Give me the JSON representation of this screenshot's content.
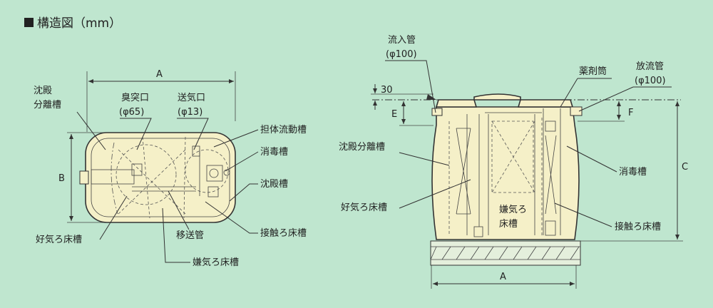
{
  "title": "構造図（mm）",
  "title_marker": "square-bullet-icon",
  "plan_view": {
    "labels": {
      "sedimentation_separation_1": "沈殿",
      "sedimentation_separation_2": "分離槽",
      "odor_port_1": "臭突口",
      "odor_port_2": "(φ65)",
      "air_port_1": "送気口",
      "air_port_2": "(φ13)",
      "carrier_flow_tank": "担体流動槽",
      "disinfection_tank": "消毒槽",
      "sedimentation_tank": "沈殿槽",
      "aerobic_filter_tank": "好気ろ床槽",
      "transfer_pipe": "移送管",
      "contact_filter_tank": "接触ろ床槽",
      "anaerobic_filter_tank": "嫌気ろ床槽"
    },
    "dimensions": {
      "a": "A",
      "b": "B"
    }
  },
  "section_view": {
    "labels": {
      "inflow_pipe_1": "流入管",
      "inflow_pipe_2": "(φ100)",
      "chemical_tube": "薬剤筒",
      "outflow_pipe_1": "放流管",
      "outflow_pipe_2": "(φ100)",
      "sedimentation_separation_tank": "沈殿分離槽",
      "aerobic_filter_tank": "好気ろ床槽",
      "anaerobic_filter_1": "嫌気ろ",
      "anaerobic_filter_2": "床槽",
      "disinfection_tank": "消毒槽",
      "contact_filter_tank": "接触ろ床槽"
    },
    "dimensions": {
      "d30": "30",
      "e": "E",
      "f": "F",
      "c": "C",
      "a": "A"
    }
  },
  "colors": {
    "background": "#bfe6cf",
    "tank_fill": "#f5f0c8",
    "line": "#333333"
  }
}
